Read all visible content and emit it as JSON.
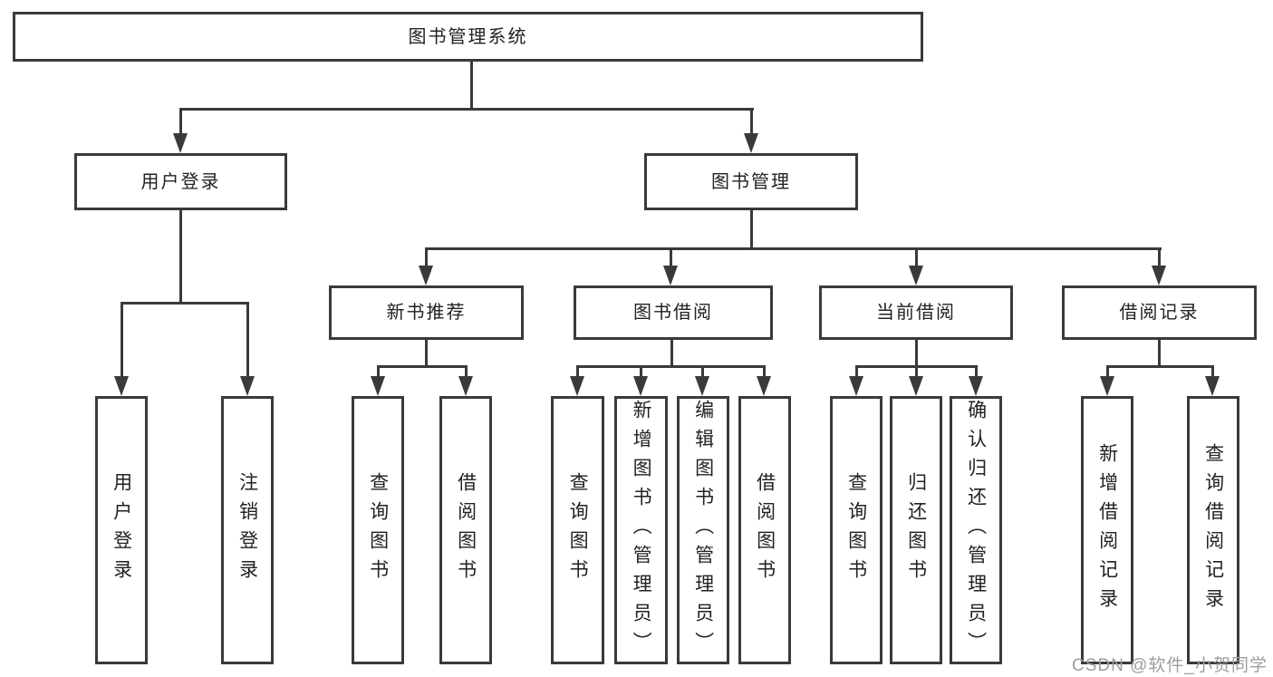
{
  "colors": {
    "line": "#3a3a3a",
    "text": "#222222",
    "box_bg": "#ffffff",
    "page_bg": "#ffffff",
    "watermark": "#9e9e9e"
  },
  "nodes": {
    "root": "图书管理系统",
    "user_login": "用户登录",
    "book_mgmt": "图书管理",
    "new_books": "新书推荐",
    "book_borrow": "图书借阅",
    "current_borrow": "当前借阅",
    "borrow_records": "借阅记录",
    "leaf_user_login": "用户登录",
    "leaf_logout": "注销登录",
    "leaf_query_books_newbooks": "查询图书",
    "leaf_borrow_books_newbooks": "借阅图书",
    "leaf_query_books_borrow": "查询图书",
    "leaf_add_books": "新增图书（管理员）",
    "leaf_edit_books": "编辑图书（管理员）",
    "leaf_borrow_books_borrow": "借阅图书",
    "leaf_query_books_current": "查询图书",
    "leaf_return_books": "归还图书",
    "leaf_confirm_return": "确认归还（管理员）",
    "leaf_add_borrow_record": "新增借阅记录",
    "leaf_query_borrow_record": "查询借阅记录"
  },
  "watermark": {
    "text": "CSDN @软件_小贺同学"
  }
}
